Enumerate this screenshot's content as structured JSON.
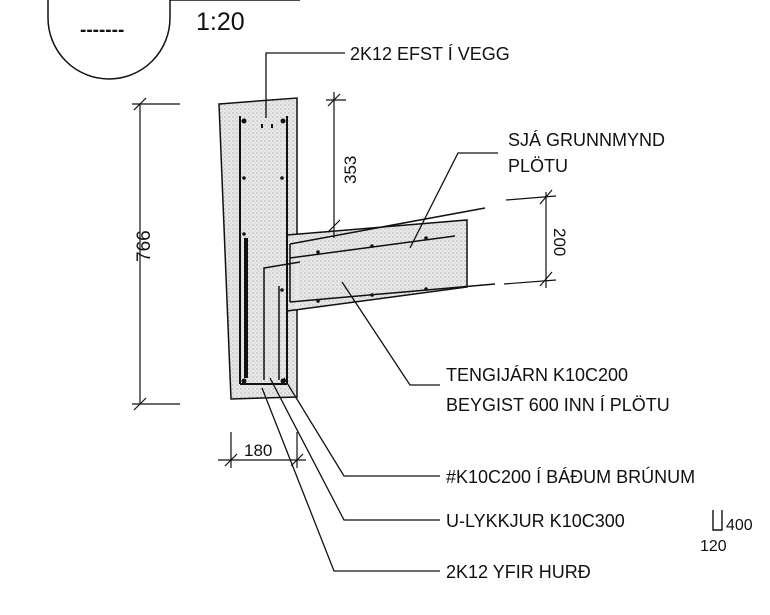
{
  "title_block": {
    "mark": "-------",
    "scale": "1:20"
  },
  "labels": {
    "top_bars": "2K12 EFST Í VEGG",
    "see_plan_1": "SJÁ GRUNNMYND",
    "see_plan_2": "PLÖTU",
    "couplers_1": "TENGIJÁRN K10C200",
    "couplers_2": "BEYGIST 600 INN Í PLÖTU",
    "mesh": "#K10C200 Í BÁÐUM BRÚNUM",
    "u_bars": "U-LYKKJUR K10C300",
    "over_door": "2K12 YFIR HURÐ"
  },
  "dimensions": {
    "wall_height": "766",
    "slab_offset": "353",
    "slab_thickness": "200",
    "wall_width": "180",
    "u_height": "400",
    "u_width": "120"
  }
}
